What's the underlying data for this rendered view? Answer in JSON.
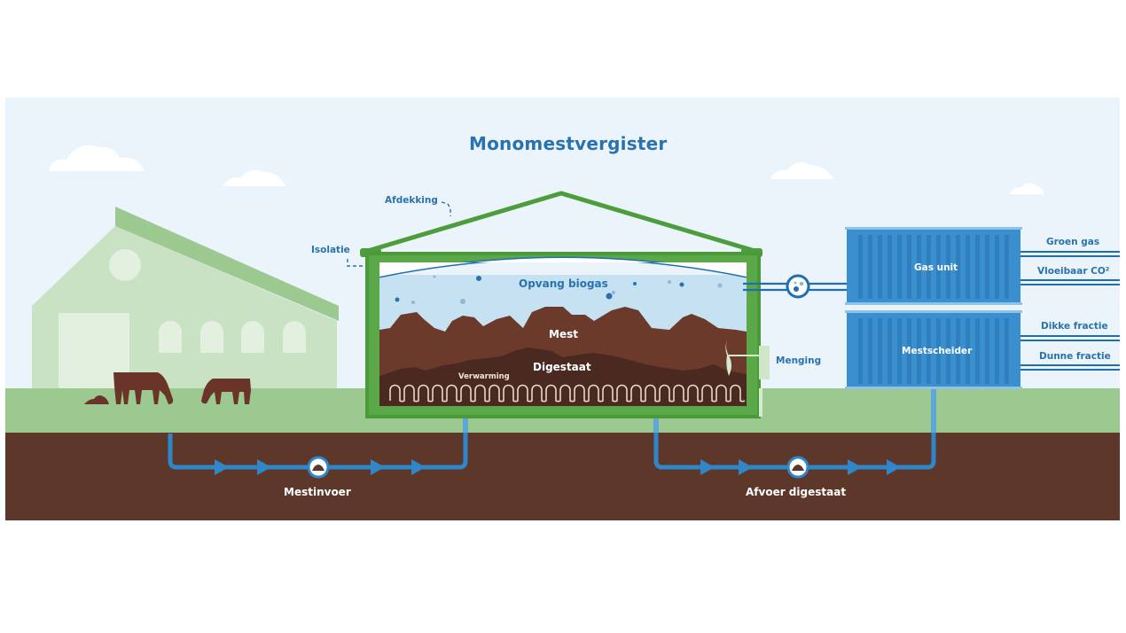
{
  "title": "Monomestvergister",
  "labels": {
    "afdekking": "Afdekking",
    "isolatie": "Isolatie",
    "opvang_biogas": "Opvang biogas",
    "mest": "Mest",
    "digestaat": "Digestaat",
    "verwarming": "Verwarming",
    "menging": "Menging",
    "gas_unit": "Gas unit",
    "mestscheider": "Mestscheider",
    "groen_gas": "Groen gas",
    "vloeibaar_co2": "Vloeibaar CO²",
    "dikke_fractie": "Dikke fractie",
    "dunne_fractie": "Dunne fractie",
    "mestinvoer": "Mestinvoer",
    "afvoer_digestaat": "Afvoer digestaat"
  },
  "colors": {
    "sky": "#eaf4fa",
    "grass": "#9bc98f",
    "soil": "#5e372b",
    "digester_wall": "#4a9a3a",
    "roof": "#4d9d3c",
    "gas_dome": "#1f6fb0",
    "biogas": "#c5e1f2",
    "manure": "#6b3a2b",
    "digestate": "#4a2a20",
    "container": "#3a8fce",
    "pipe": "#2f86c8",
    "barn": "#c9e2c3",
    "barn_roof": "#9bc98f",
    "cow": "#6b3428",
    "label_blue": "#2a72ad"
  },
  "icons": [
    "cloud-icon",
    "cow-icon",
    "manure-pile-icon",
    "flow-arrow-icon",
    "gas-bubbles-icon",
    "mixer-icon",
    "heating-coil-icon"
  ]
}
